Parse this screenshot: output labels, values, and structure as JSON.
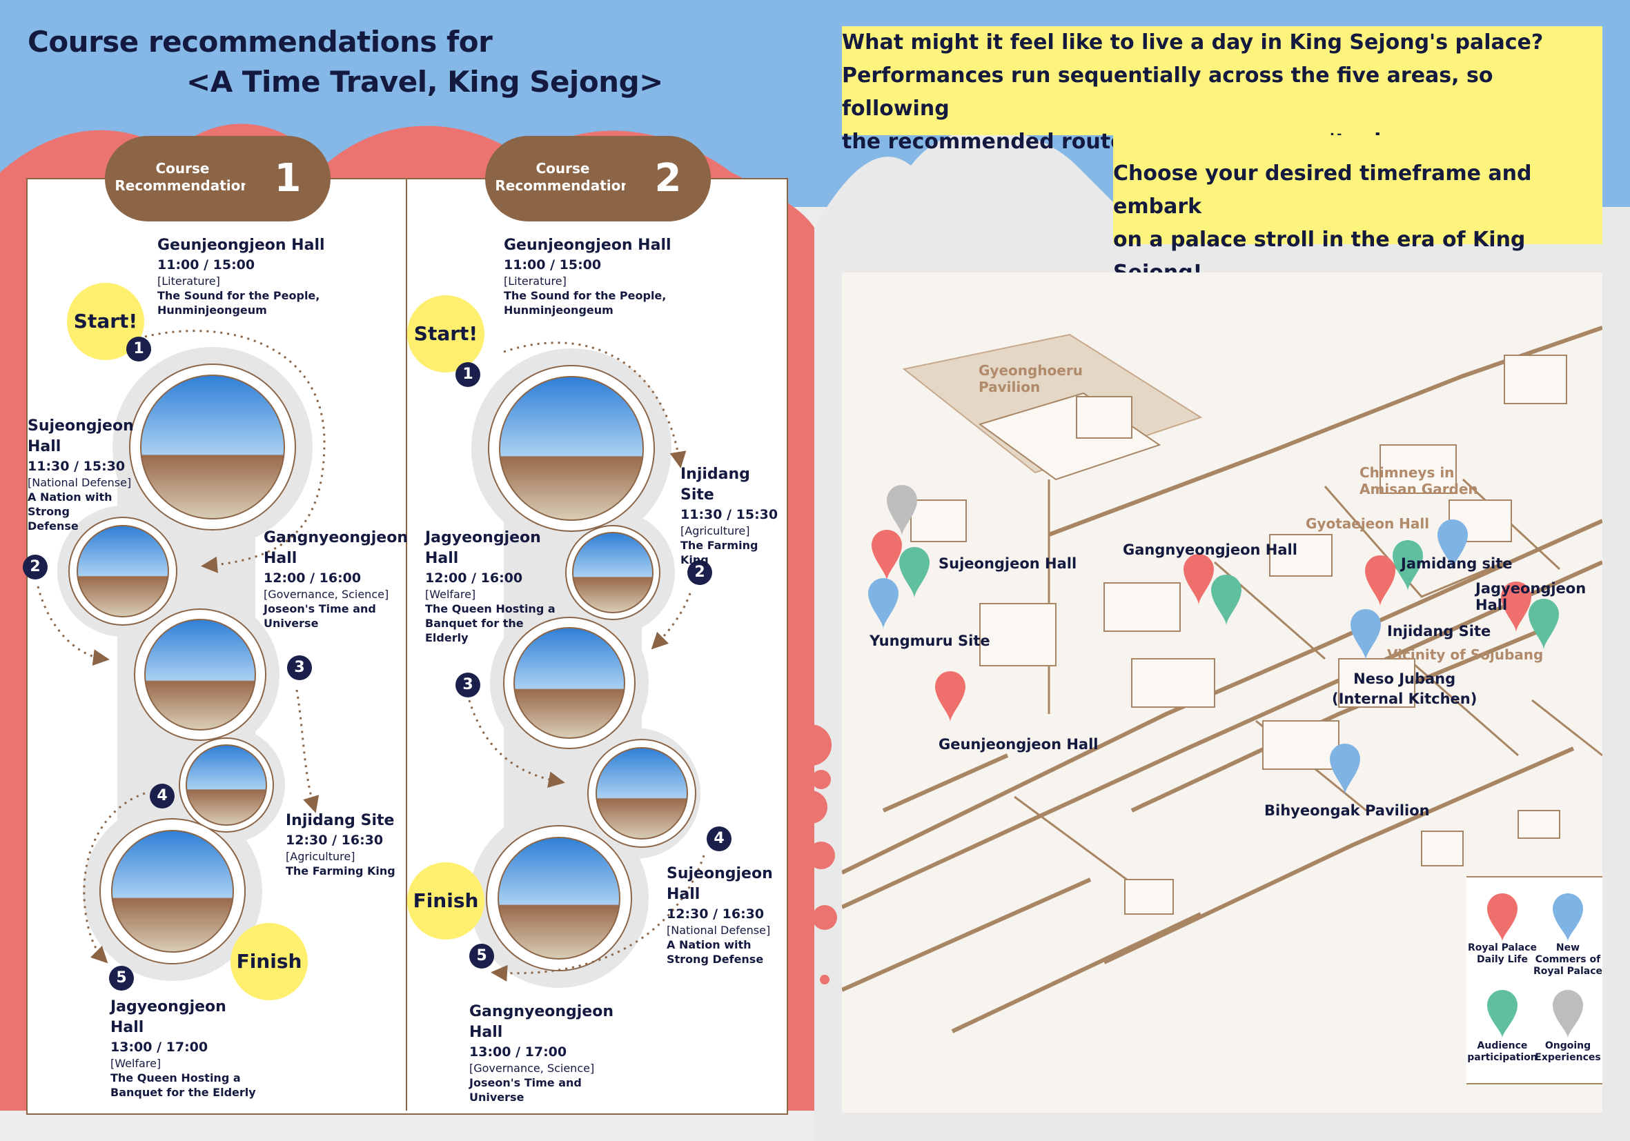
{
  "page": {
    "title_line1": "Course recommendations for",
    "title_line2": "<A Time Travel, King Sejong>"
  },
  "intro": {
    "line1": "What might it feel like to live a day in King Sejong's palace?",
    "line2": "Performances run sequentially across the five areas, so following",
    "line3": "the recommended route ensures you won't miss any.",
    "line4": "Choose your desired timeframe and embark",
    "line5": "on a palace stroll in the era of King Sejong!"
  },
  "course1": {
    "badge_label": "Course\nRecommendation",
    "badge_num": "1",
    "start": "Start!",
    "finish": "Finish",
    "stops": [
      {
        "num": "1",
        "name": "Geunjeongjeon Hall",
        "time": "11:00 / 15:00",
        "category": "[Literature]",
        "desc": "The Sound for the People,\nHunminjeongeum"
      },
      {
        "num": "2",
        "name": "Sujeongjeon\nHall",
        "time": "11:30 / 15:30",
        "category": "[National Defense]",
        "desc": "A Nation with Strong\nDefense"
      },
      {
        "num": "3",
        "name": "Gangnyeongjeon\nHall",
        "time": "12:00 / 16:00",
        "category": "[Governance, Science]",
        "desc": "Joseon's Time and\nUniverse"
      },
      {
        "num": "4",
        "name": "Injidang Site",
        "time": "12:30 / 16:30",
        "category": "[Agriculture]",
        "desc": "The Farming King"
      },
      {
        "num": "5",
        "name": "Jagyeongjeon\nHall",
        "time": "13:00 / 17:00",
        "category": "[Welfare]",
        "desc": "The Queen Hosting a\nBanquet for the Elderly"
      }
    ]
  },
  "course2": {
    "badge_label": "Course\nRecommendation",
    "badge_num": "2",
    "start": "Start!",
    "finish": "Finish",
    "stops": [
      {
        "num": "1",
        "name": "Geunjeongjeon Hall",
        "time": "11:00 / 15:00",
        "category": "[Literature]",
        "desc": "The Sound for the People,\nHunminjeongeum"
      },
      {
        "num": "2",
        "name": "Injidang Site",
        "time": "11:30 / 15:30",
        "category": "[Agriculture]",
        "desc": "The Farming King"
      },
      {
        "num": "3",
        "name": "Jagyeongjeon\nHall",
        "time": "12:00 / 16:00",
        "category": "[Welfare]",
        "desc": "The Queen Hosting a\nBanquet for the Elderly"
      },
      {
        "num": "4",
        "name": "Sujeongjeon\nHall",
        "time": "12:30 / 16:30",
        "category": "[National Defense]",
        "desc": "A Nation with\nStrong Defense"
      },
      {
        "num": "5",
        "name": "Gangnyeongjeon\nHall",
        "time": "13:00 / 17:00",
        "category": "[Governance, Science]",
        "desc": "Joseon's Time and\nUniverse"
      }
    ]
  },
  "map": {
    "labels": {
      "gyeonghoeru": "Gyeonghoeru\nPavilion",
      "chimneys": "Chimneys in\nAmisan Garden",
      "gyotaejeon": "Gyotaejeon Hall",
      "sujeongjeon": "Sujeongjeon Hall",
      "gangnyeongjeon": "Gangnyeongjeon Hall",
      "jamidang": "Jamidang site",
      "jagyeongjeon": "Jagyeongjeon\nHall",
      "yungmuru": "Yungmuru Site",
      "injidang": "Injidang Site",
      "sojubang": "Vicinity of Sojubang",
      "neso": "Neso Jubang\n(Internal Kitchen)",
      "geunjeongjeon": "Geunjeongjeon Hall",
      "bihyeongak": "Bihyeongak Pavilion"
    },
    "legend": [
      {
        "label": "Royal Palace\nDaily Life",
        "color": "#ef6f6c"
      },
      {
        "label": "New\nCommers of\nRoyal Palace",
        "color": "#7fb3e3"
      },
      {
        "label": "Audience\nparticipation",
        "color": "#5fbf9f"
      },
      {
        "label": "Ongoing\nExperiences",
        "color": "#bdbdbd"
      }
    ]
  },
  "colors": {
    "sky": "#85b8e6",
    "coral": "#ec7470",
    "brown": "#8c6547",
    "navy": "#14193f",
    "yellow": "#fdf47d"
  }
}
